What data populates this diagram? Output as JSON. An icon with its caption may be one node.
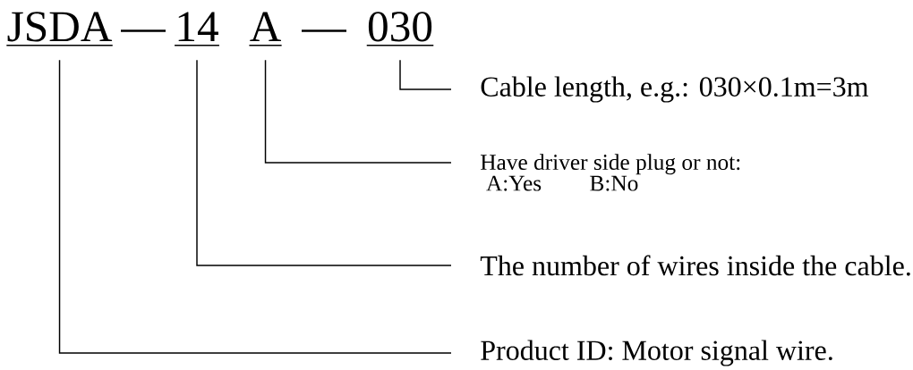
{
  "diagram": {
    "nodes": [
      {
        "text": [
          "JSDA"
        ]
      },
      {
        "text": [
          "14"
        ]
      },
      {
        "text": [
          "A"
        ]
      },
      {
        "text": [
          "030"
        ]
      },
      {
        "text": [
          "Cable length, e.g.: 030×0.1m=3m"
        ]
      },
      {
        "text": [
          "Have driver side plug or not:",
          "A:Yes",
          "B:No"
        ]
      },
      {
        "text": [
          "The number of wires inside the cable."
        ]
      },
      {
        "text": [
          "Product ID: Motor signal wire."
        ]
      }
    ],
    "edges": [
      {
        "from": 3,
        "to": 4,
        "arrow": "none"
      },
      {
        "from": 2,
        "to": 5,
        "arrow": "none"
      },
      {
        "from": 1,
        "to": 6,
        "arrow": "none"
      },
      {
        "from": 0,
        "to": 7,
        "arrow": "none"
      }
    ],
    "labels": [
      "—",
      "—"
    ]
  }
}
